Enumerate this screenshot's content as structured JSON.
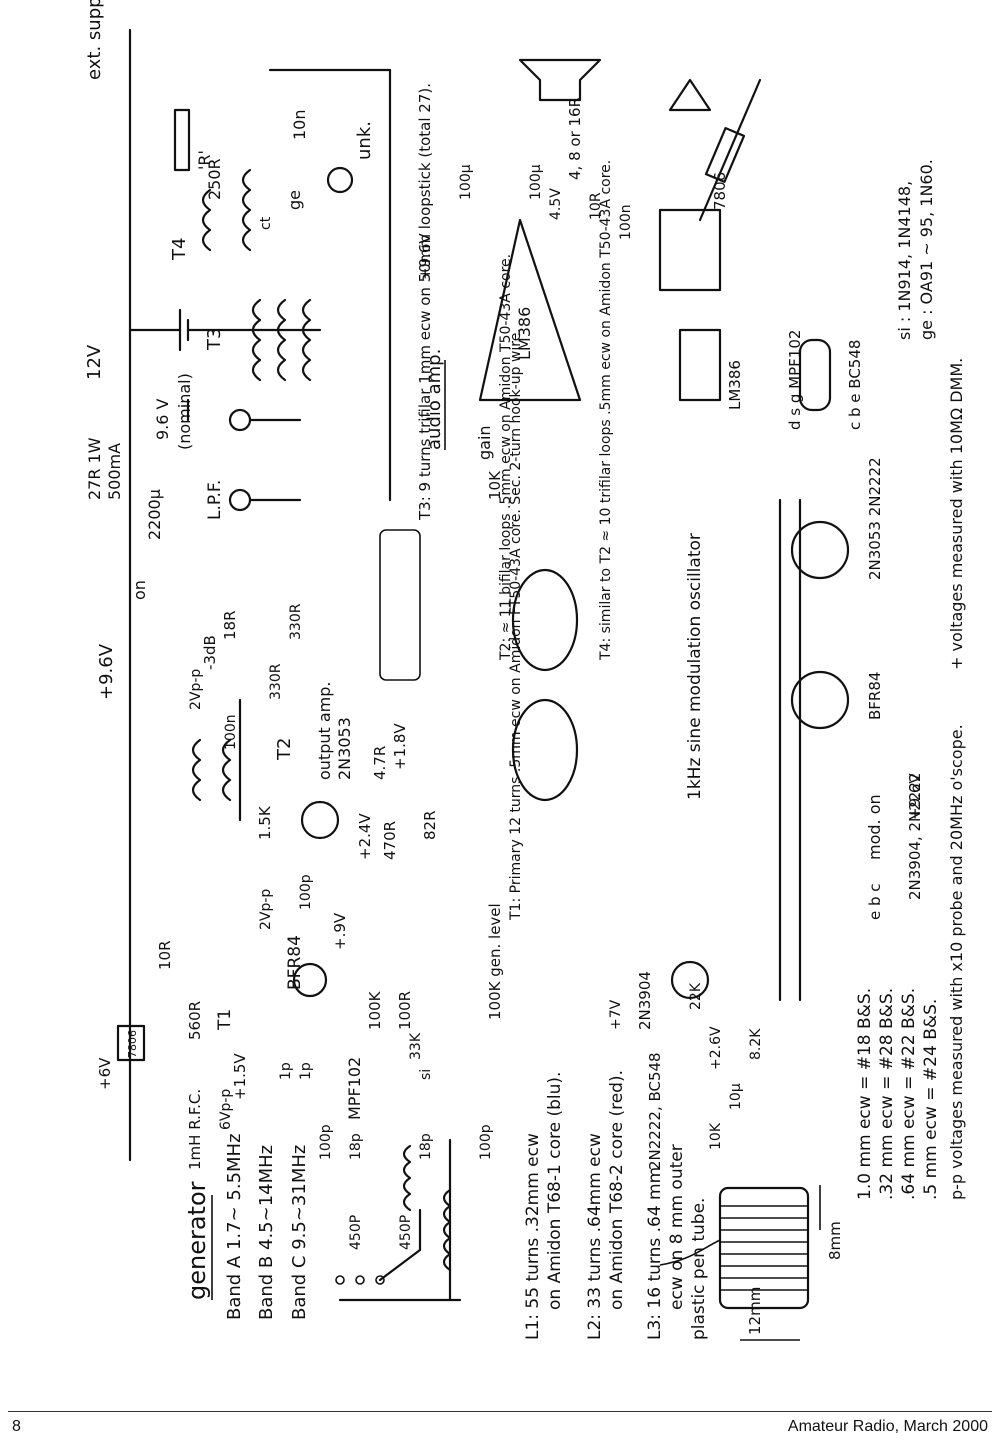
{
  "footer": {
    "page_number": "8",
    "publication": "Amateur Radio, March 2000"
  },
  "generator": {
    "title": "generator",
    "bands": [
      "Band A  1.7~ 5.5MHz",
      "Band B  4.5~14MHz",
      "Band C  9.5~31MHz"
    ]
  },
  "coils": [
    "L1: 55 turns .32mm ecw",
    "on Amidon T68-1 core (blu).",
    "L2: 33 turns .64mm ecw",
    "on Amidon T68-2 core (red).",
    "L3: 16 turns .64 mm",
    "ecw on 8 mm outer",
    "plastic pen tube."
  ],
  "coil_dims": {
    "dia": "12mm",
    "len": "8mm"
  },
  "labels": {
    "ext_supply": "ext. supply/charge.",
    "v12": "12V",
    "r27": "27R 1W",
    "i500": "500mA",
    "v96_batt": "9.6 V",
    "nominal": "(nominal)",
    "c2200": "2200µ",
    "on_switch": "on",
    "plus96": "+9.6V",
    "lpf": "L.P.F.",
    "unk": "unk.",
    "t3_label": "T3",
    "t4_label": "T4",
    "t2_label": "T2",
    "t1_label": "T1",
    "r250": "250R",
    "r_prime": "'R'",
    "ge": "ge",
    "c10n": "10n",
    "ct": "ct",
    "db3": "-3dB",
    "r18": "18R",
    "r330a": "330R",
    "r330b": "330R",
    "v2pp": "2Vp-p",
    "c100n": "100n",
    "output_amp": "output amp.",
    "q2n3053": "2N3053",
    "r47": "4.7R",
    "v18": "+1.8V",
    "r15k": "1.5K",
    "v24": "+2.4V",
    "r470": "470R",
    "r82": "82R",
    "v2pp_b": "2Vp-p",
    "bfr84": "BFR84",
    "v9": "+.9V",
    "r100k": "100K",
    "r100r": "100R",
    "c100p": "100p",
    "r10r": "10R",
    "rfc": "1mH R.F.C.",
    "v6pp": "6Vp-p",
    "plus6v": "+6V",
    "reg7806": "7806",
    "r560": "560R",
    "v15": "+1.5V",
    "mpf102": "MPF102",
    "r33k": "33K",
    "si": "si",
    "c1p_a": "1p",
    "c1p_b": "1p",
    "c100p_b": "100p",
    "c18p_a": "18p",
    "c18p_b": "18p",
    "c450p_a": "450P",
    "c450p_b": "450P",
    "c100p_c": "100p",
    "audio_amp": "audio amp.",
    "gain": "gain",
    "r10k": "10K",
    "lm386": "LM386",
    "v45": "4.5V",
    "c100u_a": "100µ",
    "c100u_b": "100µ",
    "r10r_b": "10R",
    "c100n_b": "100n",
    "spk": "4, 8 or 16R",
    "plus96_b": "+9.6V",
    "t3_desc": "T3: 9 turns trifilar 1mm ecw on 50mm loopstick (total 27).",
    "t2_desc": "T2: ≈ 11 bifilar loops .5mm ecw on Amidon T50-43A core.",
    "t4_desc": "T4: similar to T2 ≈ 10 trifilar loops .5mm ecw on Amidon T50-43A core.",
    "t1_desc": "T1: Primary 12 turns .5mm ecw on Amidon FT50-43A core. Sec. 2-turn hook-up wire.",
    "osc_title": "1kHz sine modulation oscillator",
    "mod_on": "mod. on",
    "plus96_c": "+9.6V",
    "gen_level": "100K gen. level",
    "q_osc": "2N3904",
    "q_osc2": "2N2222, BC548",
    "v26": "+2.6V",
    "v7": "+7V",
    "c10u": "10µ",
    "r10k_b": "10K",
    "r22k": "22K",
    "r8k2": "8.2K",
    "wire_table": [
      "1.0 mm ecw = #18 B&S.",
      ".32 mm ecw = #28 B&S.",
      ".64 mm ecw = #22 B&S.",
      ".5 mm ecw = #24 B&S."
    ],
    "pp_note": "p-p voltages measured with x10 probe and 20MHz o'scope.",
    "v_note": "+ voltages measured with 10MΩ DMM.",
    "pins_bfr84": "BFR84",
    "pins_2n3053": "2N3053 2N2222",
    "pins_ebc": "e b c",
    "pins_2n3904": "2N3904, 2N2222",
    "pins_mpf": "d s g  MPF102",
    "pins_bc548": "c b e  BC548",
    "pin_lm386": "LM386",
    "pin_7806": "7806",
    "diode_note1": "si : 1N914, 1N4148,",
    "diode_note2": "ge : OA91 ~ 95, 1N60."
  }
}
